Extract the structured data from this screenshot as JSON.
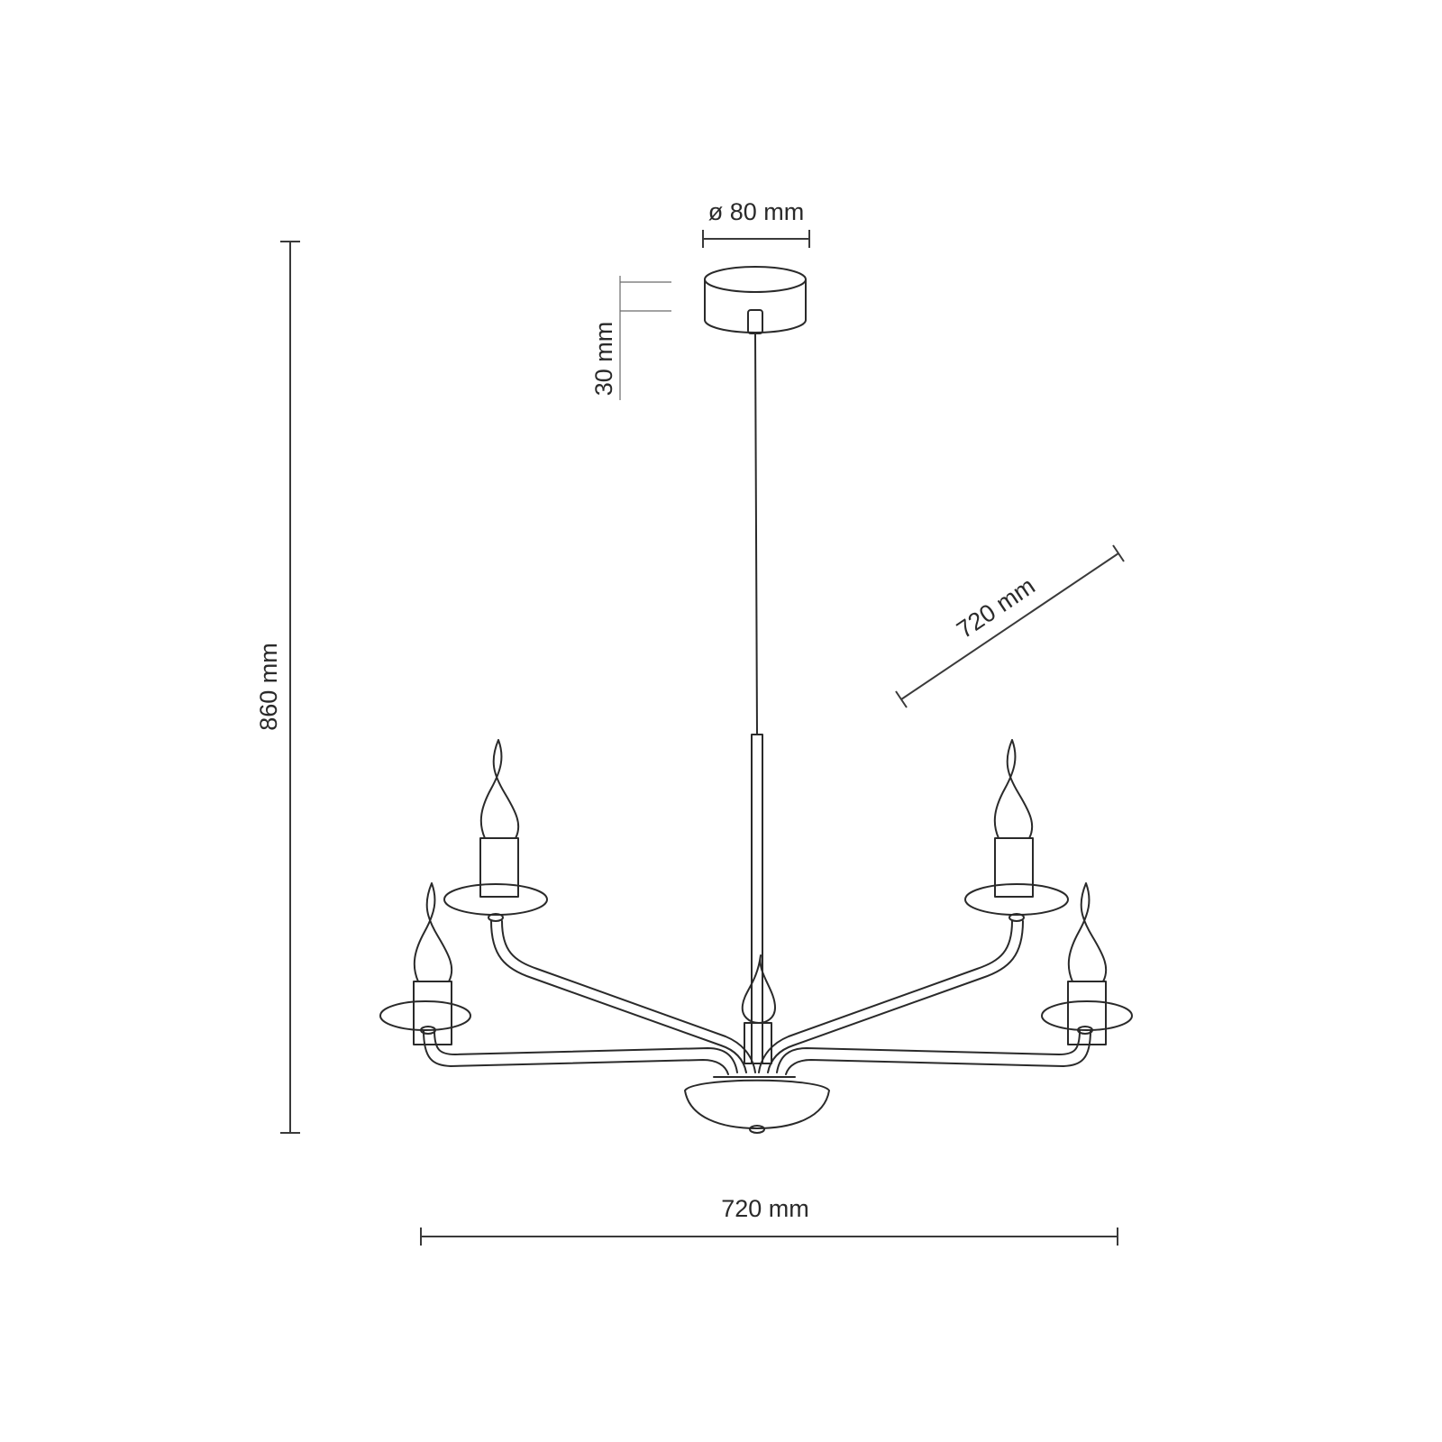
{
  "dimensions": {
    "canopy_diameter": "ø 80 mm",
    "canopy_height": "30 mm",
    "total_height": "860 mm",
    "diagonal_width": "720 mm",
    "width": "720 mm"
  }
}
